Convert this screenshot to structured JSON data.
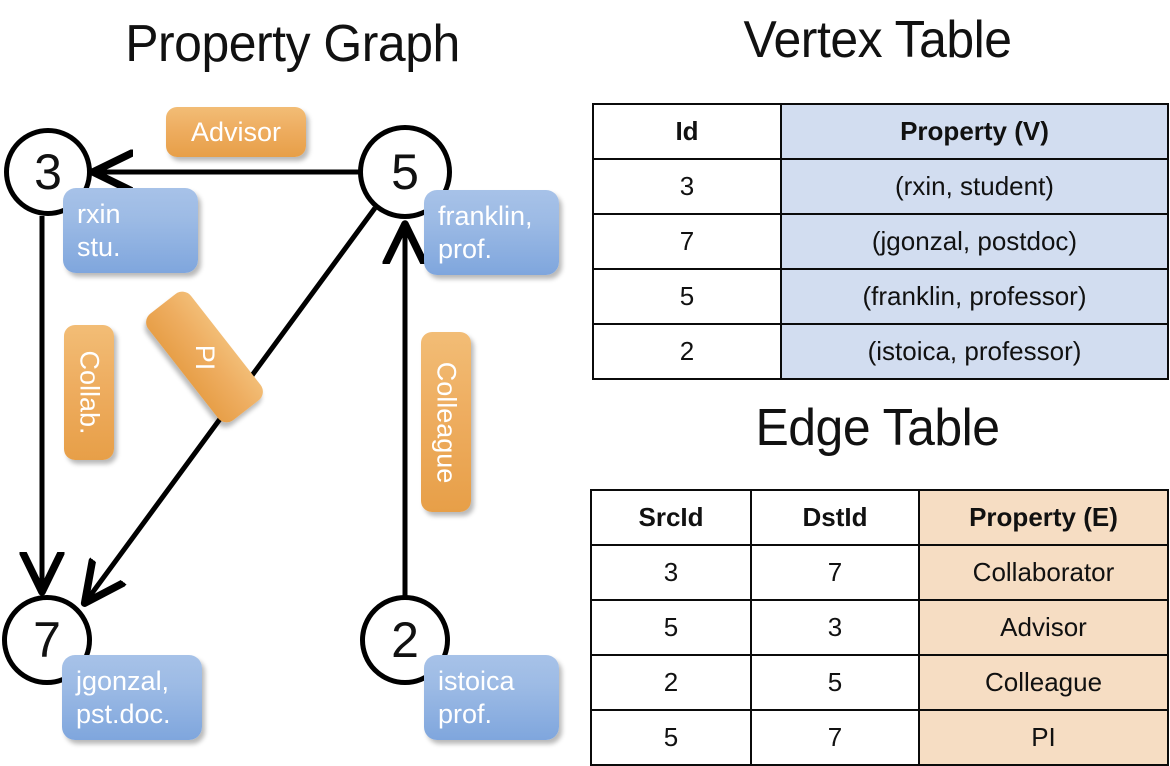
{
  "titles": {
    "property_graph": "Property Graph",
    "vertex_table": "Vertex Table",
    "edge_table": "Edge Table"
  },
  "colors": {
    "vertex_property_fill": "#d2ddf0",
    "edge_property_fill": "#f6ddc3",
    "node_property_box": "#9dbbe5",
    "edge_label_box": "#eead60",
    "stroke": "#000000"
  },
  "graph": {
    "nodes": [
      {
        "id": "3",
        "property_lines": [
          "rxin",
          "stu."
        ]
      },
      {
        "id": "5",
        "property_lines": [
          "franklin,",
          "prof."
        ]
      },
      {
        "id": "7",
        "property_lines": [
          "jgonzal,",
          "pst.doc."
        ]
      },
      {
        "id": "2",
        "property_lines": [
          "istoica",
          "prof."
        ]
      }
    ],
    "edge_labels": [
      {
        "name": "advisor-label",
        "text": "Advisor",
        "orientation": "horizontal"
      },
      {
        "name": "collab-label",
        "text": "Collab.",
        "orientation": "vertical"
      },
      {
        "name": "pi-label",
        "text": "PI",
        "orientation": "diagonal"
      },
      {
        "name": "colleague-label",
        "text": "Colleague",
        "orientation": "vertical"
      }
    ],
    "edges": [
      {
        "src": "5",
        "dst": "3",
        "label": "Advisor"
      },
      {
        "src": "3",
        "dst": "7",
        "label": "Collab."
      },
      {
        "src": "5",
        "dst": "7",
        "label": "PI"
      },
      {
        "src": "2",
        "dst": "5",
        "label": "Colleague"
      }
    ]
  },
  "vertex_table": {
    "headers": [
      "Id",
      "Property (V)"
    ],
    "rows": [
      {
        "id": "3",
        "property": "(rxin, student)"
      },
      {
        "id": "7",
        "property": "(jgonzal, postdoc)"
      },
      {
        "id": "5",
        "property": "(franklin, professor)"
      },
      {
        "id": "2",
        "property": "(istoica, professor)"
      }
    ]
  },
  "edge_table": {
    "headers": [
      "SrcId",
      "DstId",
      "Property (E)"
    ],
    "rows": [
      {
        "src": "3",
        "dst": "7",
        "property": "Collaborator"
      },
      {
        "src": "5",
        "dst": "3",
        "property": "Advisor"
      },
      {
        "src": "2",
        "dst": "5",
        "property": "Colleague"
      },
      {
        "src": "5",
        "dst": "7",
        "property": "PI"
      }
    ]
  }
}
